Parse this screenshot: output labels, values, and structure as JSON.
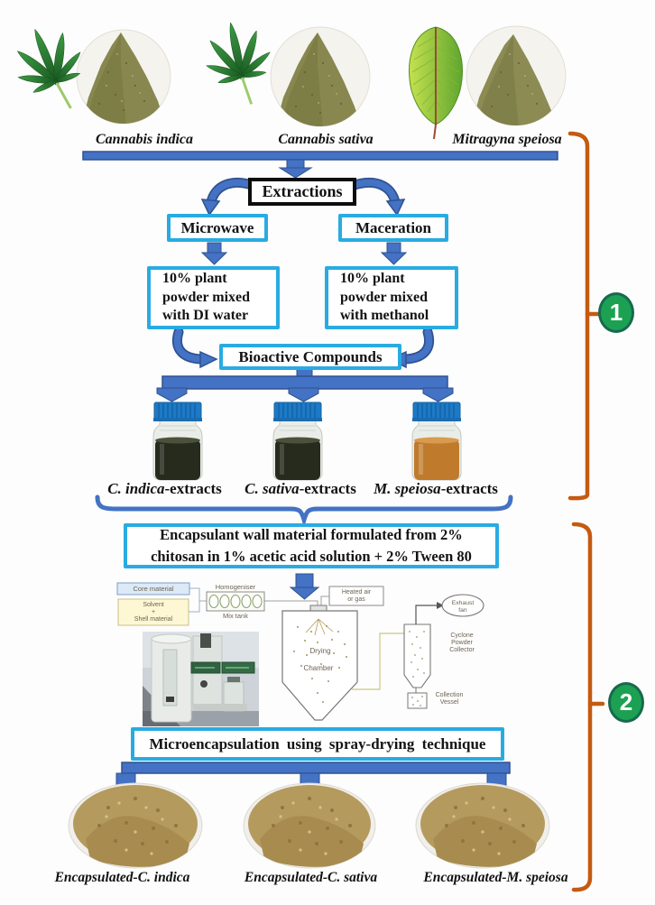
{
  "palette": {
    "arrow_blue": "#4472C4",
    "arrow_blue_dark": "#2F528F",
    "box_cyan_border": "#29ABE2",
    "extractions_border": "#0d0d0d",
    "bracket_orange": "#C55A11",
    "badge_green": "#1CA152",
    "leaf_green": "#2F8F38",
    "kratom_green": "#9CCB3C",
    "plant_powder_olive": "#87874F",
    "encapsulated_powder_tan": "#B59A5E",
    "extract_liquid_dark": "#262B1E",
    "extract_liquid_orange": "#C07A2C",
    "bottle_cap_blue": "#1D7AC6"
  },
  "plants": [
    {
      "label": "Cannabis indica"
    },
    {
      "label": "Cannabis sativa"
    },
    {
      "label": "Mitragyna speiosa"
    }
  ],
  "stage1": {
    "badge": "1",
    "extractions_label": "Extractions",
    "methods": [
      {
        "label": "Microwave"
      },
      {
        "label": "Maceration"
      }
    ],
    "mixtures": [
      {
        "lines": [
          "10% plant",
          "powder mixed",
          "with DI water"
        ]
      },
      {
        "lines": [
          "10% plant",
          "powder mixed",
          "with methanol"
        ]
      }
    ],
    "bioactive_label": "Bioactive Compounds",
    "extracts": [
      {
        "species": "C. indica",
        "suffix": "-extracts"
      },
      {
        "species": "C. sativa",
        "suffix": "-extracts"
      },
      {
        "species": "M. speiosa",
        "suffix": "-extracts"
      }
    ]
  },
  "stage2": {
    "badge": "2",
    "wall_material_lines": [
      "Encapsulant wall material formulated from 2%",
      "chitosan in 1% acetic acid solution + 2% Tween 80"
    ],
    "process_label": "Microencapsulation using spray-drying technique",
    "products": [
      {
        "label": "Encapsulated-C. indica"
      },
      {
        "label": "Encapsulated-C. sativa"
      },
      {
        "label": "Encapsulated-M. speiosa"
      }
    ]
  },
  "dryer_diagram": {
    "core_material": "Core material",
    "solvent_lines": [
      "Solvent",
      "+",
      "Shell material"
    ],
    "homogeniser": "Homogeniser",
    "mix_tank": "Mix tank",
    "heated_air_lines": [
      "Heated air",
      "or gas"
    ],
    "drying_chamber_lines": [
      "Drying",
      "Chamber"
    ],
    "exhaust_fan_lines": [
      "Exhaust",
      "fan"
    ],
    "cyclone_lines": [
      "Cyclone",
      "Powder",
      "Collector"
    ],
    "collection_lines": [
      "Collection",
      "Vessel"
    ]
  }
}
